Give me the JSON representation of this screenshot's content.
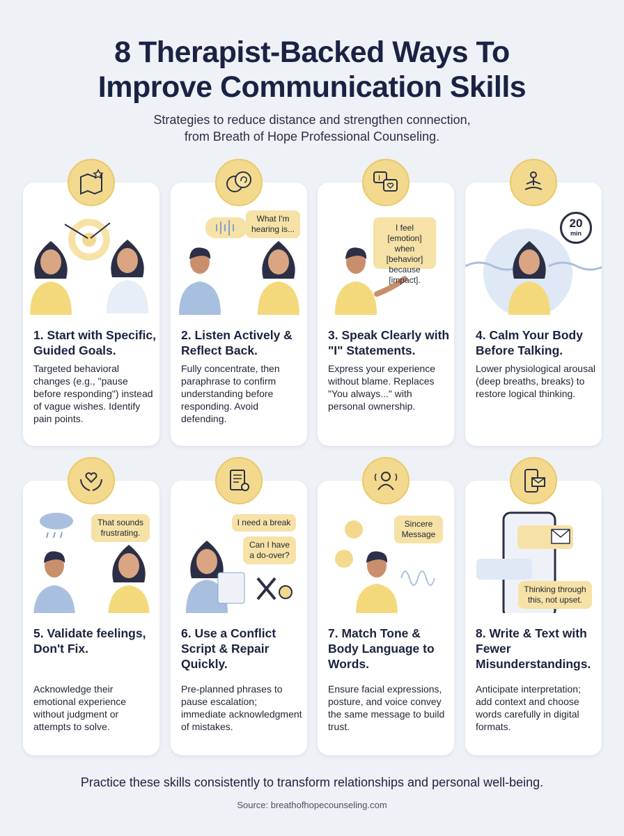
{
  "header": {
    "title_line1": "8 Therapist-Backed Ways To",
    "title_line2": "Improve Communication Skills",
    "subtitle_line1": "Strategies to reduce distance and strengthen connection,",
    "subtitle_line2": "from Breath of Hope Professional Counseling."
  },
  "colors": {
    "accent": "#f3d98e",
    "navy": "#1a2244",
    "background": "#eef1f6",
    "blue": "#a9bfe0"
  },
  "cards": [
    {
      "icon": "map-star-icon",
      "title": "1. Start with Specific, Guided Goals.",
      "body": "Targeted behavioral changes (e.g., \"pause before responding\") instead of vague wishes. Identify pain points."
    },
    {
      "icon": "ear-speech-icon",
      "title": "2. Listen Actively & Reflect Back.",
      "body": "Fully concentrate, then paraphrase to confirm understanding before responding. Avoid defending.",
      "bubble": "What I'm hearing is..."
    },
    {
      "icon": "i-heart-speech-icon",
      "title": "3. Speak Clearly with \"I\" Statements.",
      "body": "Express your experience without blame. Replaces \"You always...\" with personal ownership.",
      "bubble": "I feel [emotion] when [behavior] because [impact]."
    },
    {
      "icon": "meditation-icon",
      "title": "4. Calm Your Body Before Talking.",
      "body": "Lower physiological arousal (deep breaths, breaks) to restore logical thinking.",
      "timer_value": "20",
      "timer_unit": "min"
    },
    {
      "icon": "heart-hands-icon",
      "title": "5. Validate feelings, Don't Fix.",
      "body": "Acknowledge their emotional experience without judgment or attempts to solve.",
      "bubble": "That sounds frustrating."
    },
    {
      "icon": "script-gear-icon",
      "title": "6. Use a Conflict Script & Repair Quickly.",
      "body": "Pre-planned phrases to pause escalation; immediate acknowledgment of mistakes.",
      "bubble": "I need a break",
      "bubble2": "Can I have a do-over?"
    },
    {
      "icon": "person-sound-icon",
      "title": "7. Match Tone & Body Language to Words.",
      "body": "Ensure facial expressions, posture, and voice convey the same message to build trust.",
      "bubble": "Sincere Message"
    },
    {
      "icon": "phone-message-icon",
      "title": "8. Write & Text with Fewer Misunderstandings.",
      "body": "Anticipate interpretation; add context and choose words carefully in digital formats.",
      "bubble": "Thinking through this, not upset."
    }
  ],
  "footer": {
    "text": "Practice these skills consistently to transform relationships and personal well-being.",
    "source": "Source: breathofhopecounseling.com"
  }
}
